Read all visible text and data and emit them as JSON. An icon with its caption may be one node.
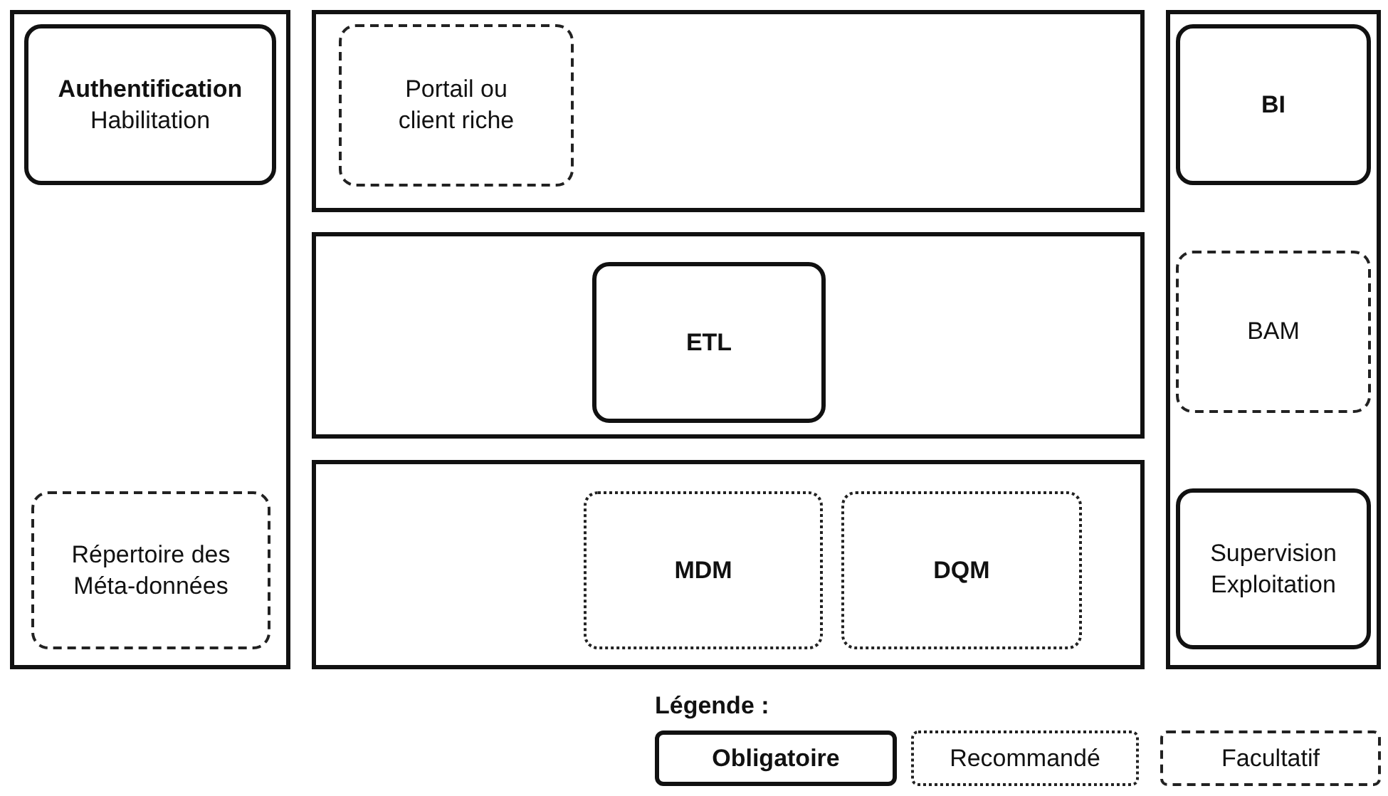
{
  "diagram": {
    "nodes": [
      {
        "text": [],
        "shape": "box"
      },
      {
        "text": [
          "**Authentification** Habilitation"
        ],
        "in": 0
      },
      {
        "text": [
          "Répertoire des Méta-données"
        ],
        "in": 0
      },
      {
        "text": [],
        "shape": "box"
      },
      {
        "text": [
          "Portail ou client riche"
        ],
        "in": 3
      },
      {
        "text": [],
        "shape": "box"
      },
      {
        "text": [
          "ETL"
        ],
        "in": 5
      },
      {
        "text": [],
        "shape": "box"
      },
      {
        "text": [
          "MDM"
        ],
        "in": 7
      },
      {
        "text": [
          "DQM"
        ],
        "in": 7
      },
      {
        "text": [],
        "shape": "box"
      },
      {
        "text": [
          "BI"
        ],
        "in": 10
      },
      {
        "text": [
          "BAM"
        ],
        "in": 10
      },
      {
        "text": [
          "Supervision Exploitation"
        ],
        "in": 10
      }
    ],
    "labels": [
      "Légende :"
    ],
    "legend": [
      {
        "text": "Obligatoire"
      },
      {
        "text": "Recommandé"
      },
      {
        "text": "Facultatif"
      }
    ]
  }
}
